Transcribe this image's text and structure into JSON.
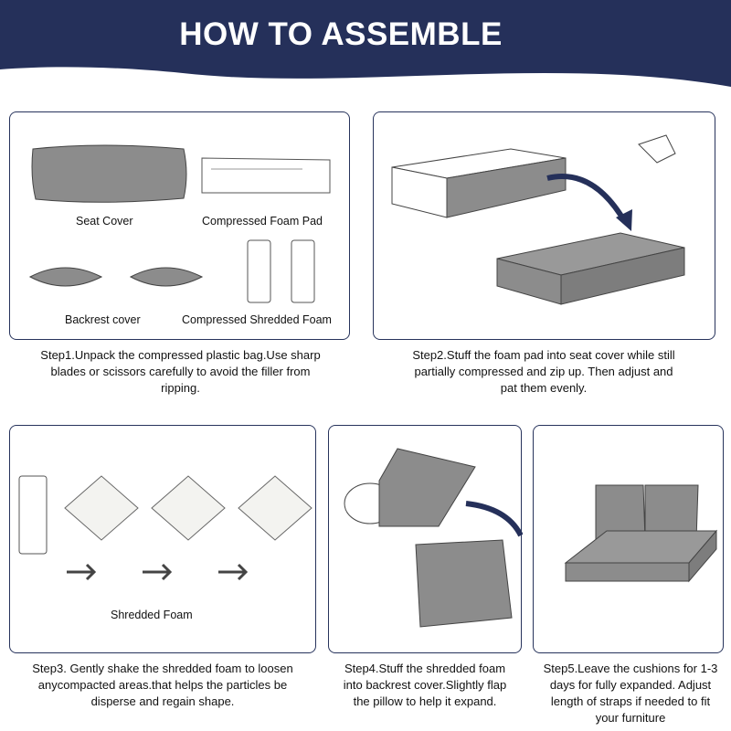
{
  "header": {
    "title": "HOW TO ASSEMBLE",
    "color": "#25305a"
  },
  "steps": [
    {
      "labels": [
        "Seat Cover",
        "Compressed Foam Pad",
        "Backrest cover",
        "Compressed Shredded Foam"
      ],
      "caption": "Step1.Unpack the compressed plastic bag.Use sharp blades or scissors carefully to avoid the filler from ripping."
    },
    {
      "caption": "Step2.Stuff the foam pad into seat cover while still partially compressed and zip up. Then adjust and pat them evenly."
    },
    {
      "labels": [
        "Shredded Foam"
      ],
      "caption": "Step3. Gently shake the shredded foam to loosen anycompacted areas.that helps the particles be disperse and regain shape."
    },
    {
      "caption": "Step4.Stuff the shredded foam into backrest cover.Slightly flap the pillow to help it expand."
    },
    {
      "caption": "Step5.Leave the cushions for 1-3 days for fully expanded. Adjust length of straps if needed to fit your furniture"
    }
  ]
}
